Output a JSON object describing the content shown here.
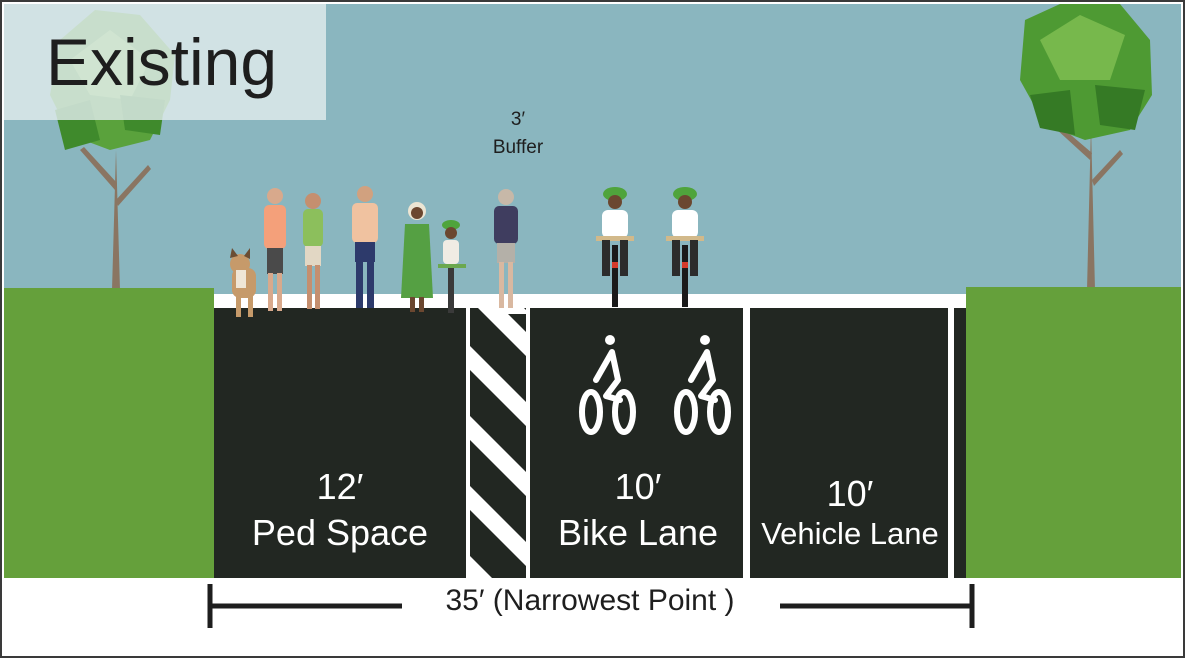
{
  "title": "Existing",
  "buffer": {
    "width": "3′",
    "name": "Buffer"
  },
  "lanes": {
    "ped": {
      "width": "12′",
      "name": "Ped Space"
    },
    "bike": {
      "width": "10′",
      "name": "Bike Lane"
    },
    "vehicle": {
      "width": "10′",
      "name": "Vehicle Lane"
    }
  },
  "total": "35′ (Narrowest Point )",
  "colors": {
    "sky": "#8ab6bf",
    "grass": "#65a03b",
    "pavement": "#222722",
    "stripe": "#ffffff",
    "tree_green": "#4e9a33",
    "trunk": "#8a7562"
  },
  "icons": [
    "tree-icon",
    "dog-icon",
    "pedestrian-icon",
    "cyclist-icon",
    "bike-lane-symbol-icon"
  ]
}
